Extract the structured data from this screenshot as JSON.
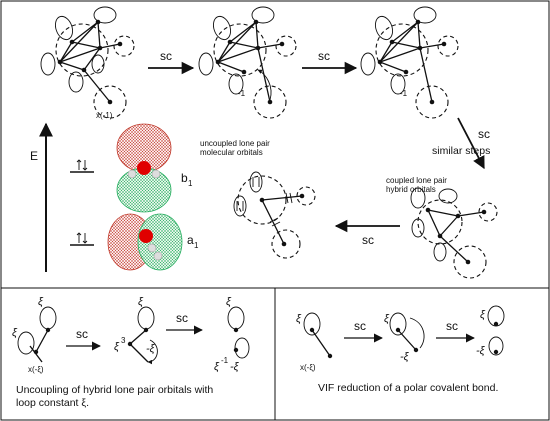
{
  "labels": {
    "sc": "sc",
    "similar_steps": "similar steps",
    "energy_axis": "E",
    "x_minus_1": "x(-1)",
    "minus_1": "-1",
    "uncoupled_caption_line1": "uncoupled lone pair",
    "uncoupled_caption_line2": "molecular orbitals",
    "coupled_caption_line1": "coupled lone pair",
    "coupled_caption_line2": "hybrid orbitals",
    "orbital_b1": "b",
    "orbital_b1_sub": "1",
    "orbital_a1": "a",
    "orbital_a1_sub": "1",
    "xi": "ξ",
    "x_minus_xi": "x(-ξ)",
    "xi_cubed": "ξ",
    "xi_cubed_sup": "3",
    "minus_xi": "-ξ",
    "xi_minus_part": "ξ",
    "xi_minus_sup": "-1",
    "xi_minus_tail": "-ξ"
  },
  "captions": {
    "left_line1": "Uncoupling of hybrid lone pair orbitals with",
    "left_line2": "loop constant ξ.",
    "right": "VIF reduction of a polar covalent bond."
  },
  "colors": {
    "red_lobe": "#c0392b",
    "green_lobe": "#27ae60",
    "oxygen": "#e00000",
    "hydrogen": "#dddddd"
  }
}
